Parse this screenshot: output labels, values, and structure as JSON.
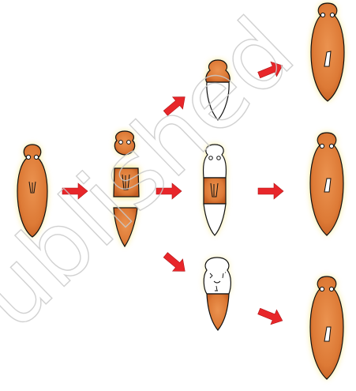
{
  "diagram": {
    "subject": "planarian-regeneration",
    "colors": {
      "tissue": "#e2823d",
      "tissue_dark": "#c0541e",
      "glow": "#f7e57a",
      "new_tissue": "#ffffff",
      "outline": "#111111",
      "arrow": "#e8262a",
      "arrow_dark": "#b01416"
    },
    "stages": [
      {
        "key": "whole-worm",
        "state": "original"
      },
      {
        "key": "cut-pieces",
        "state": "three fragments"
      },
      {
        "key": "regenerating",
        "state": "new tissue shown white"
      },
      {
        "key": "regenerated",
        "state": "three complete worms"
      }
    ]
  },
  "watermark": {
    "text": "Published"
  }
}
